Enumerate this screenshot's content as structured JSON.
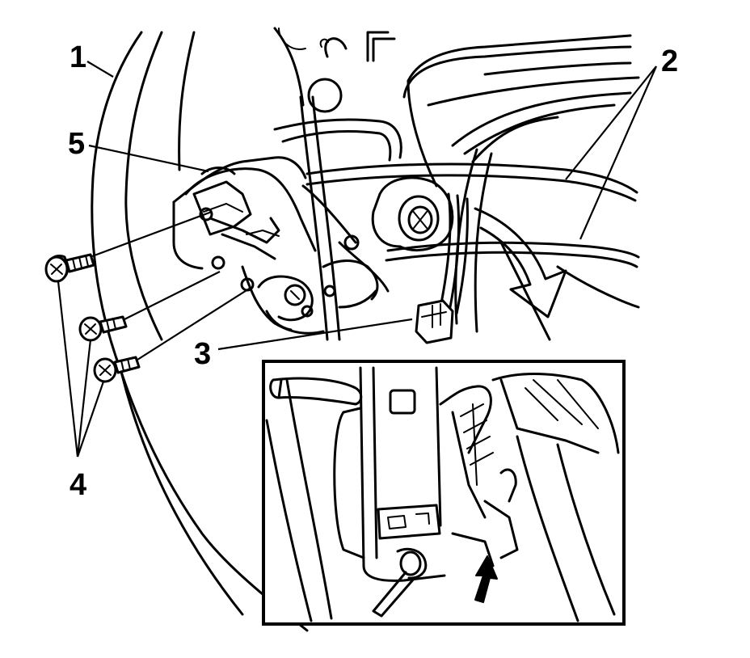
{
  "callouts": {
    "c1": "1",
    "c2": "2",
    "c3": "3",
    "c4": "4",
    "c5": "5"
  },
  "colors": {
    "ink": "#000000",
    "paper": "#ffffff"
  },
  "icons": {
    "rotate_arrow": "curved-arrow-icon",
    "push_arrow": "up-arrow-icon"
  }
}
